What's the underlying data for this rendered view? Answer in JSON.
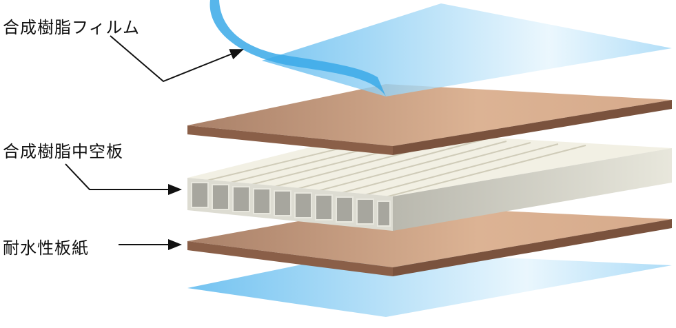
{
  "labels": {
    "film": "合成樹脂フィルム",
    "hollow_board": "合成樹脂中空板",
    "waterproof_board": "耐水性板紙"
  },
  "colors": {
    "film": "#8fd0f5",
    "board": "#c79b7e",
    "board_edge": "#8a5f48",
    "hollow": "#efeee6"
  }
}
